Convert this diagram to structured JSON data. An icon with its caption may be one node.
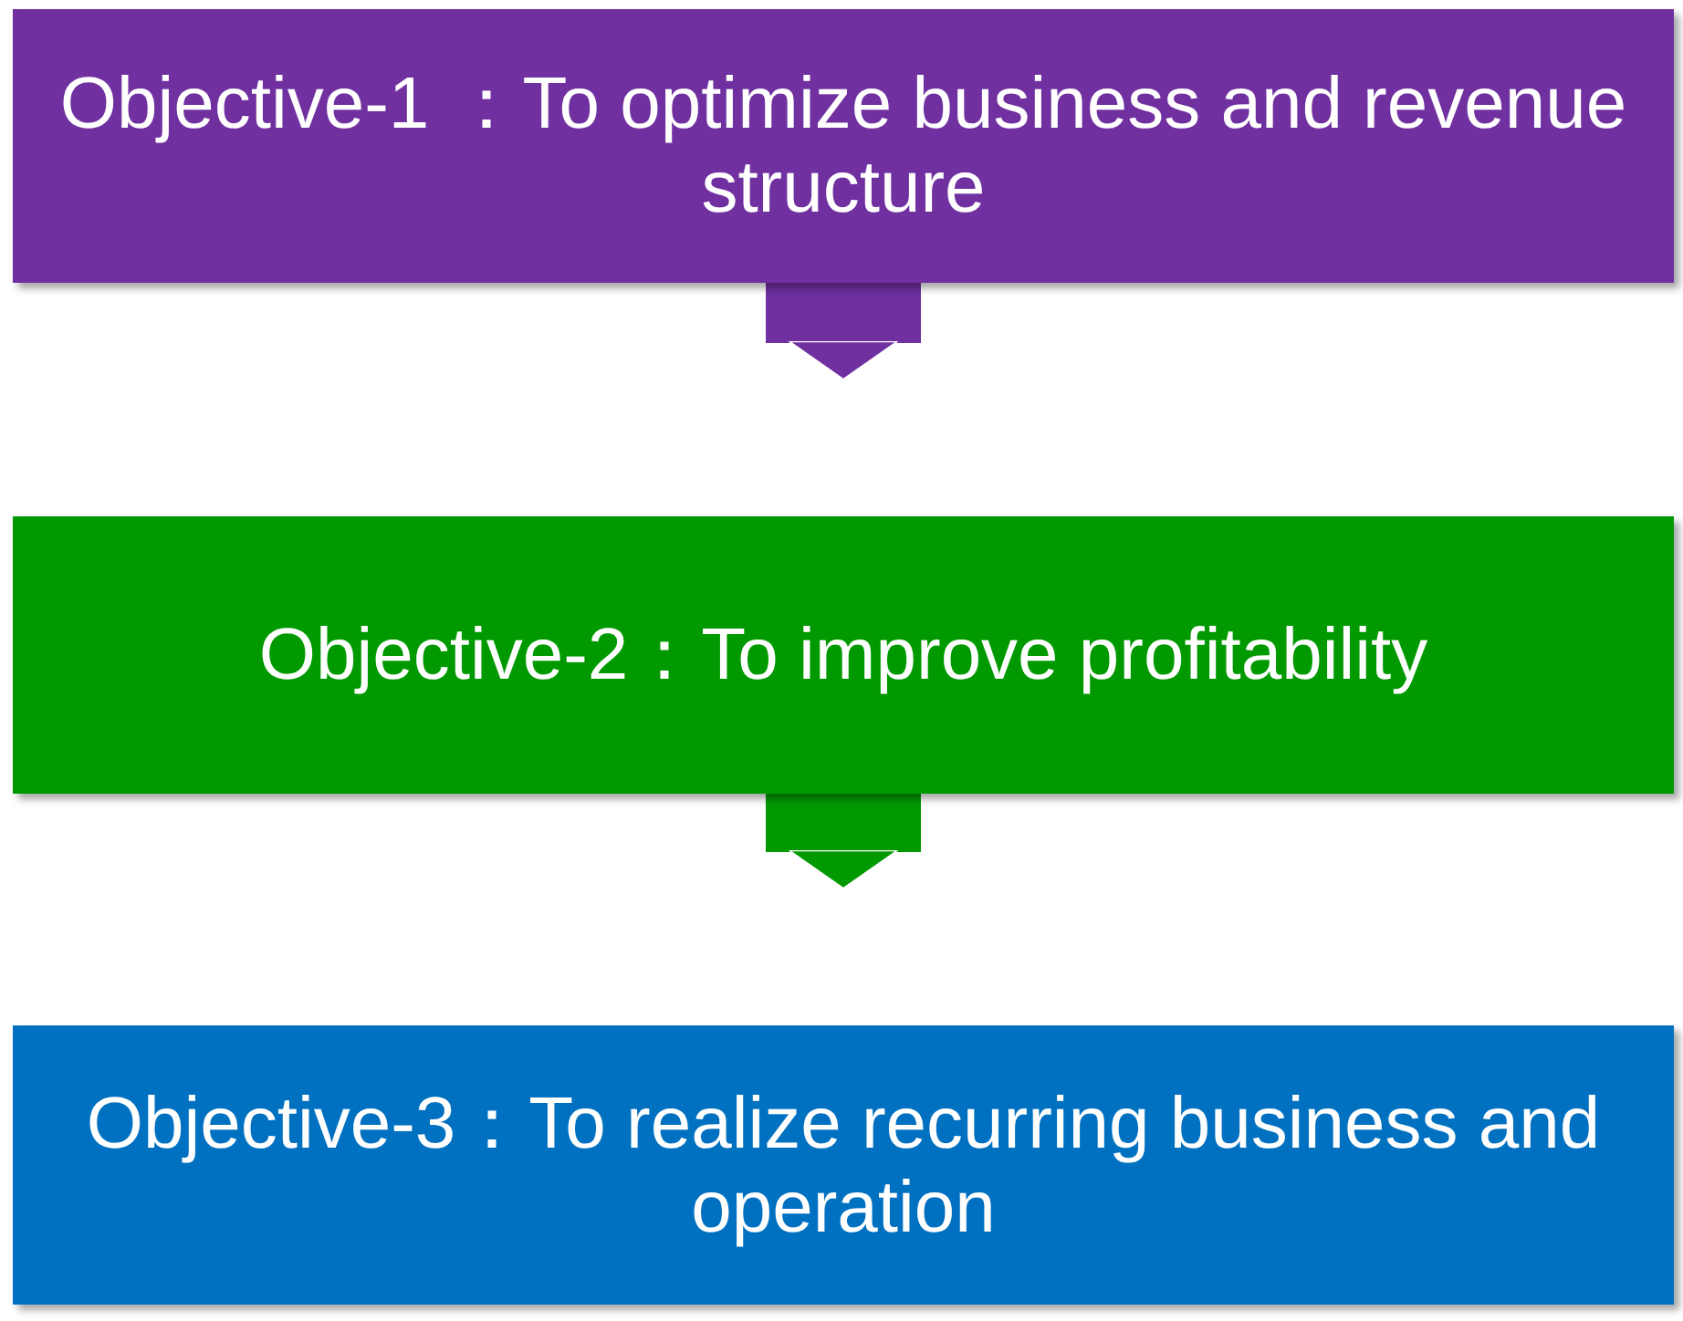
{
  "diagram": {
    "nodes": [
      {
        "text": [
          "Objective-1 ：To optimize business and revenue structure"
        ]
      },
      {
        "text": [
          "Objective-2：To improve profitability"
        ]
      },
      {
        "text": [
          "Objective-3：To realize recurring business and operation"
        ]
      }
    ],
    "edges": [
      {
        "from": 0,
        "to": 1,
        "arrow": "to",
        "color": "#7030a0"
      },
      {
        "from": 1,
        "to": 2,
        "arrow": "to",
        "color": "#009900"
      }
    ]
  }
}
